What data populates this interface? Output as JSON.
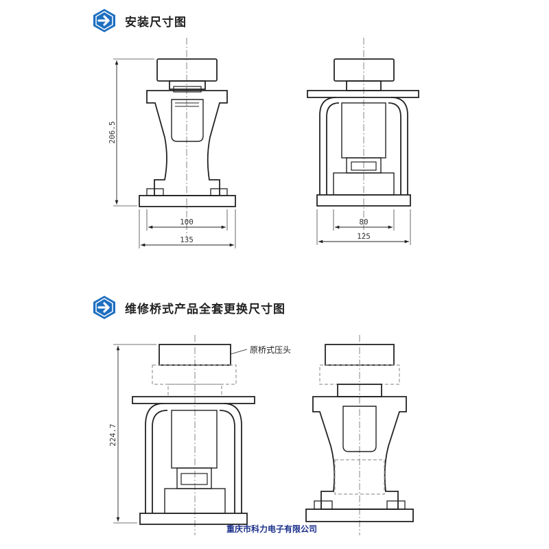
{
  "sections": [
    {
      "title": "安装尺寸图",
      "icon": "arrow-right-icon"
    },
    {
      "title": "维修桥式产品全套更换尺寸图",
      "icon": "arrow-right-icon"
    }
  ],
  "install": {
    "height": "206.5",
    "front_inner": "100",
    "front_outer": "135",
    "side_inner": "80",
    "side_outer": "125"
  },
  "replacement": {
    "height": "224.7",
    "callout": "原桥式压头"
  },
  "footer": "重庆市科力电子有限公司",
  "colors": {
    "accent": "#1e6fc0",
    "line": "#222222",
    "hidden": "#9a9a9a",
    "footer": "#1a2f8a"
  }
}
